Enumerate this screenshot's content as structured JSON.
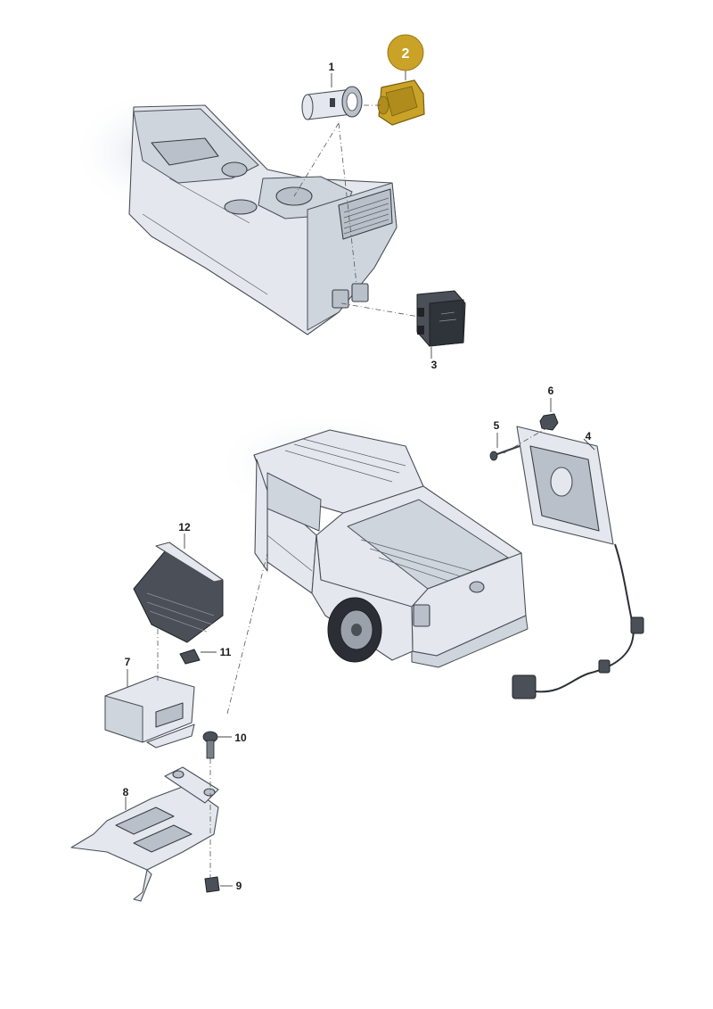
{
  "diagram": {
    "highlight_color": "#c9a227",
    "highlighted_part": "2",
    "parts": [
      {
        "id": "p1",
        "number": "1"
      },
      {
        "id": "p2",
        "number": "2"
      },
      {
        "id": "p3",
        "number": "3"
      },
      {
        "id": "p4",
        "number": "4"
      },
      {
        "id": "p5",
        "number": "5"
      },
      {
        "id": "p6",
        "number": "6"
      },
      {
        "id": "p7",
        "number": "7"
      },
      {
        "id": "p8",
        "number": "8"
      },
      {
        "id": "p9",
        "number": "9"
      },
      {
        "id": "p10",
        "number": "10"
      },
      {
        "id": "p11",
        "number": "11"
      },
      {
        "id": "p12",
        "number": "12"
      }
    ]
  }
}
